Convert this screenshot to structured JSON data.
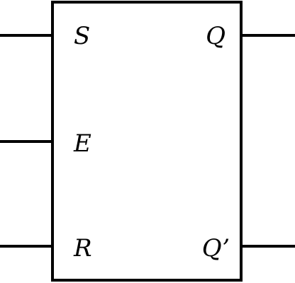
{
  "diagram": {
    "stroke_color": "#000000",
    "background_color": "#ffffff",
    "inputs": [
      {
        "label": "S"
      },
      {
        "label": "E"
      },
      {
        "label": "R"
      }
    ],
    "outputs": [
      {
        "label": "Q"
      },
      {
        "label": "Q’"
      }
    ]
  }
}
